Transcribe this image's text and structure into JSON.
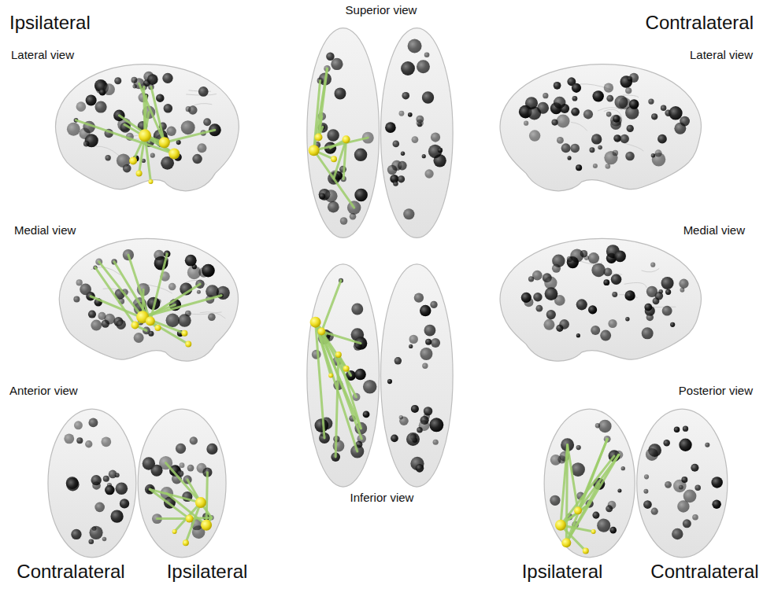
{
  "diagram": {
    "labels": [
      "Ipsilateral",
      "Superior view",
      "Contralateral",
      "Lateral view",
      "Lateral view",
      "Medial view",
      "Medial view",
      "Anterior view",
      "Posterior view",
      "Inferior view",
      "Contralateral",
      "Ipsilateral",
      "Ipsilateral",
      "Contralateral"
    ]
  }
}
